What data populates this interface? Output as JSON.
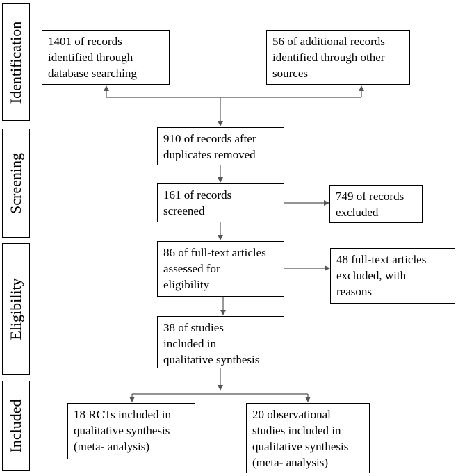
{
  "stages": {
    "identification": "Identification",
    "screening": "Screening",
    "eligibility": "Eligibility",
    "included": "Included"
  },
  "boxes": {
    "database_records": [
      "1401 of records",
      "identified through",
      "database searching"
    ],
    "other_records": [
      "56 of additional records",
      "identified through other",
      "sources"
    ],
    "after_duplicates": [
      "910 of records after",
      "duplicates removed"
    ],
    "screened": [
      "161 of records",
      "screened"
    ],
    "excluded_records": [
      "749 of records",
      "excluded"
    ],
    "fulltext_assessed": [
      "86 of full-text articles",
      "assessed for",
      "eligibility"
    ],
    "fulltext_excluded": [
      "48 full-text articles",
      "excluded, with",
      "reasons"
    ],
    "qualitative": [
      "38 of studies",
      "included in",
      "qualitative synthesis"
    ],
    "rcts": [
      "18 RCTs included in",
      "qualitative synthesis",
      "(meta- analysis)"
    ],
    "observational": [
      "20 observational",
      "studies included in",
      "qualitative synthesis",
      "(meta- analysis)"
    ]
  }
}
